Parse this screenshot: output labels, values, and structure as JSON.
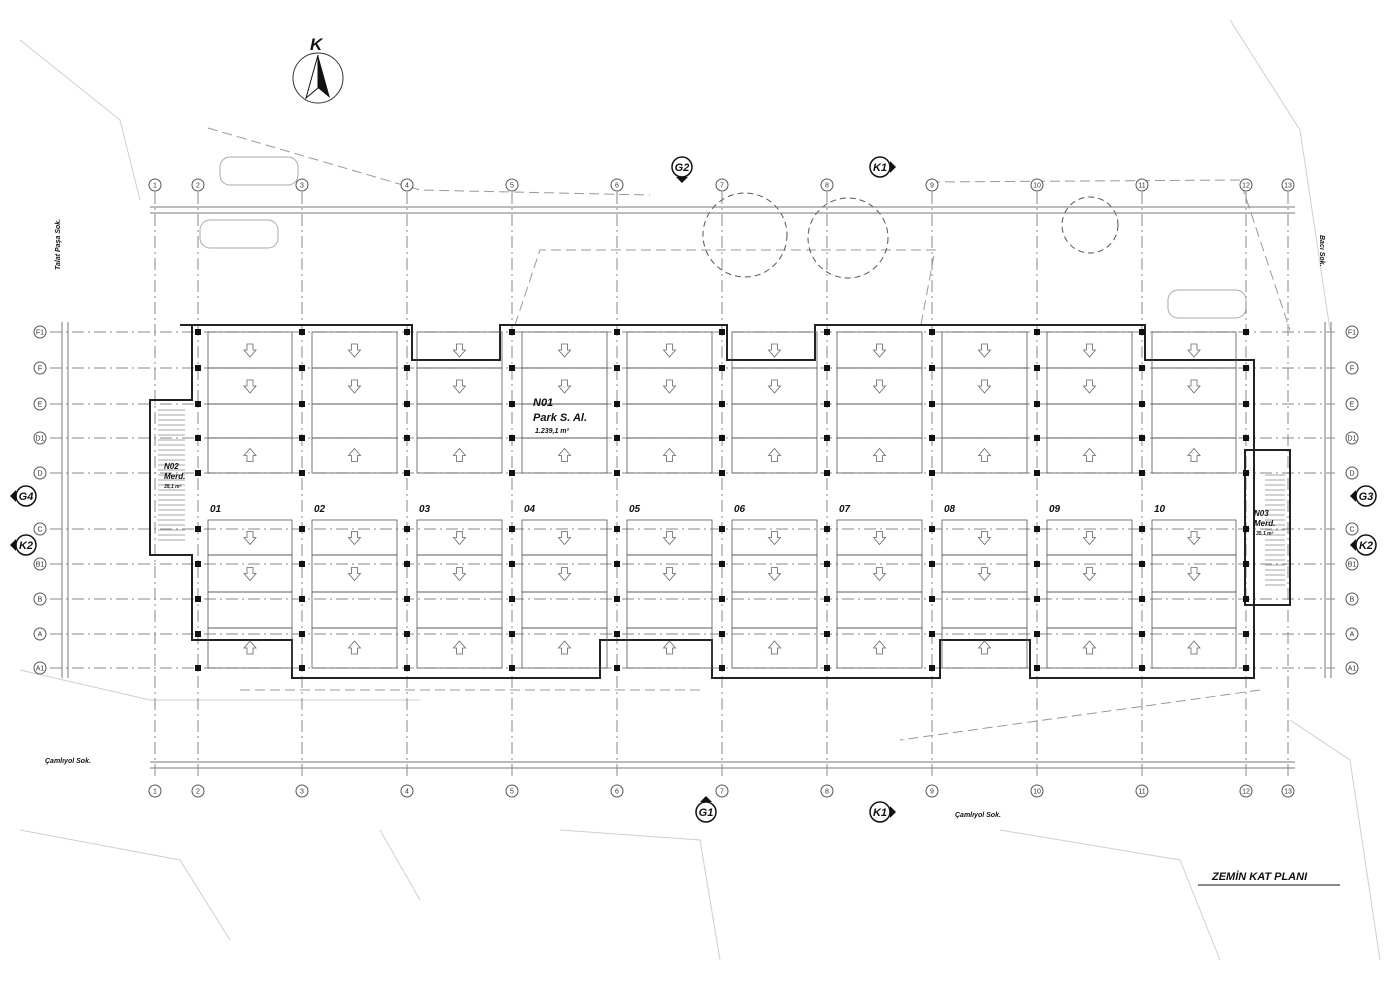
{
  "north": {
    "label": "K"
  },
  "title": "ZEMİN KAT PLANI",
  "streets": {
    "west": "Talat Paşa Sok.",
    "east": "Bacı Sok.",
    "south_left": "Çamlıyol Sok.",
    "south_right": "Çamlıyol Sok."
  },
  "grid_columns": [
    "1",
    "2",
    "3",
    "4",
    "5",
    "6",
    "7",
    "8",
    "9",
    "10",
    "11",
    "12",
    "13"
  ],
  "grid_rows": [
    "F1",
    "F",
    "E",
    "D1",
    "D",
    "C",
    "B1",
    "B",
    "A",
    "A1"
  ],
  "bays": [
    "01",
    "02",
    "03",
    "04",
    "05",
    "06",
    "07",
    "08",
    "09",
    "10"
  ],
  "rooms": [
    {
      "code": "N01",
      "name": "Park S. Al.",
      "area": "1.239,1 m²"
    },
    {
      "code": "N02",
      "name": "Merd.",
      "area": "35,1 m²"
    },
    {
      "code": "N03",
      "name": "Merd.",
      "area": "35,1 m²"
    }
  ],
  "section_marks": {
    "top_g": "G2",
    "top_k": "K1",
    "bottom_g": "G1",
    "bottom_k": "K1",
    "left_g": "G4",
    "left_k": "K2",
    "right_g": "G3",
    "right_k": "K2"
  },
  "colors": {
    "line": "#222222",
    "light": "#9a9a9a",
    "faint": "#cfcfcf"
  }
}
